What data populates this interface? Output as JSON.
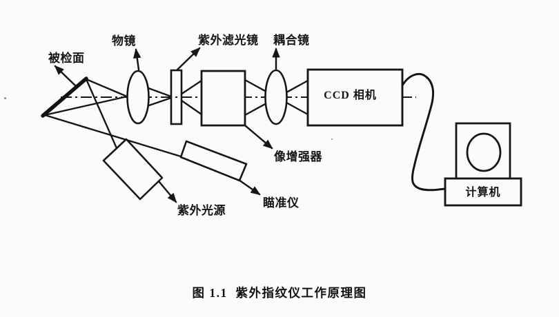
{
  "diagram": {
    "caption": "图 1.1  紫外指纹仪工作原理图",
    "labels": {
      "inspected_surface": "被检面",
      "objective_lens": "物镜",
      "uv_filter": "紫外滤光镜",
      "coupling_lens": "耦合镜",
      "ccd_camera": "CCD 相机",
      "image_intensifier": "像增强器",
      "uv_light_source": "紫外光源",
      "collimator": "瞄准仪",
      "computer": "计算机"
    },
    "colors": {
      "ink": "#161616",
      "paper": "#fbfbf9"
    }
  }
}
